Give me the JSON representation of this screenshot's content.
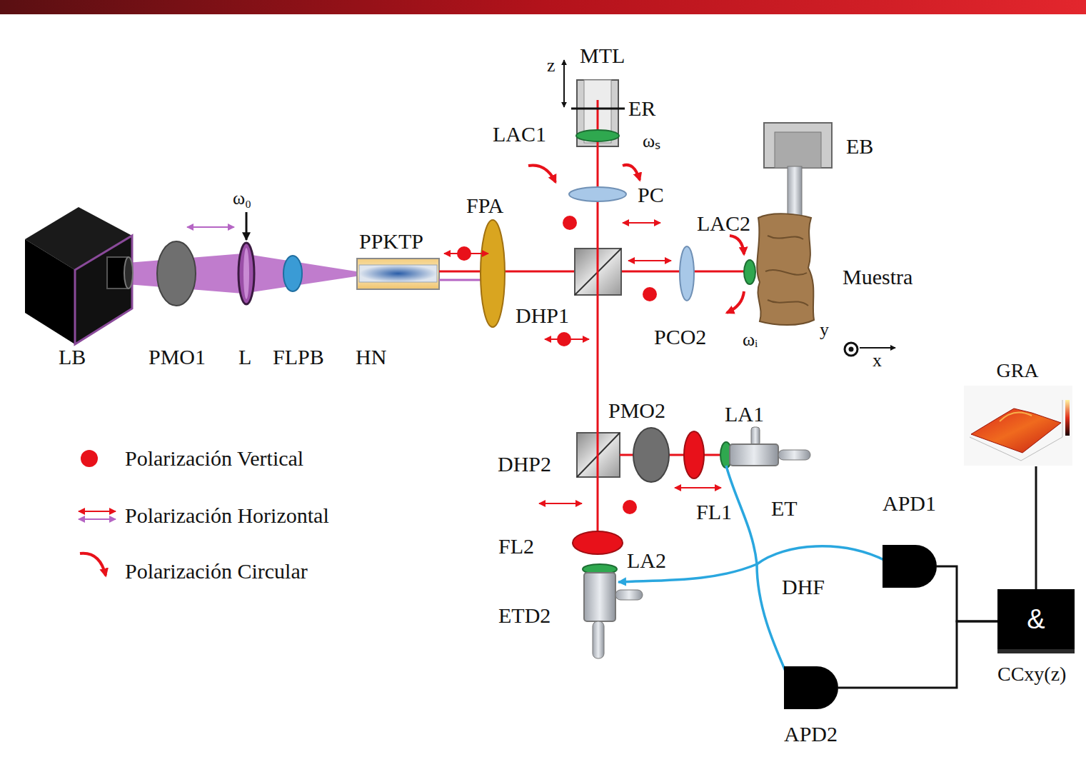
{
  "diagram": {
    "nodes": [
      {
        "text": [
          "GRA"
        ]
      },
      {
        "text": [
          "APD1"
        ]
      },
      {
        "text": [
          "&",
          "CCxy(z)"
        ]
      },
      {
        "text": [
          "APD2"
        ]
      }
    ],
    "edges": [
      {
        "from": 1,
        "to": 2,
        "arrow": "none"
      },
      {
        "from": 3,
        "to": 2,
        "arrow": "none"
      },
      {
        "from": 2,
        "to": 0,
        "arrow": "none"
      }
    ],
    "labels": [
      "z",
      "MTL",
      "ER",
      "LAC1",
      "ωₛ",
      "EB",
      "PC",
      "ω₀",
      "LAC2",
      "FPA",
      "PPKTP",
      "Muestra",
      "DHP1",
      "PCO2",
      "ωᵢ",
      "y",
      "x",
      "LB",
      "PMO1",
      "L",
      "FLPB",
      "HN",
      "PMO2",
      "LA1",
      "DHP2",
      "FL1",
      "ET",
      "FL2",
      "LA2",
      "DHF",
      "ETD2"
    ],
    "legend": [
      {
        "text": "Polarización Vertical"
      },
      {
        "text": "Polarización Horizontal"
      },
      {
        "text": "Polarización Circular"
      }
    ]
  }
}
